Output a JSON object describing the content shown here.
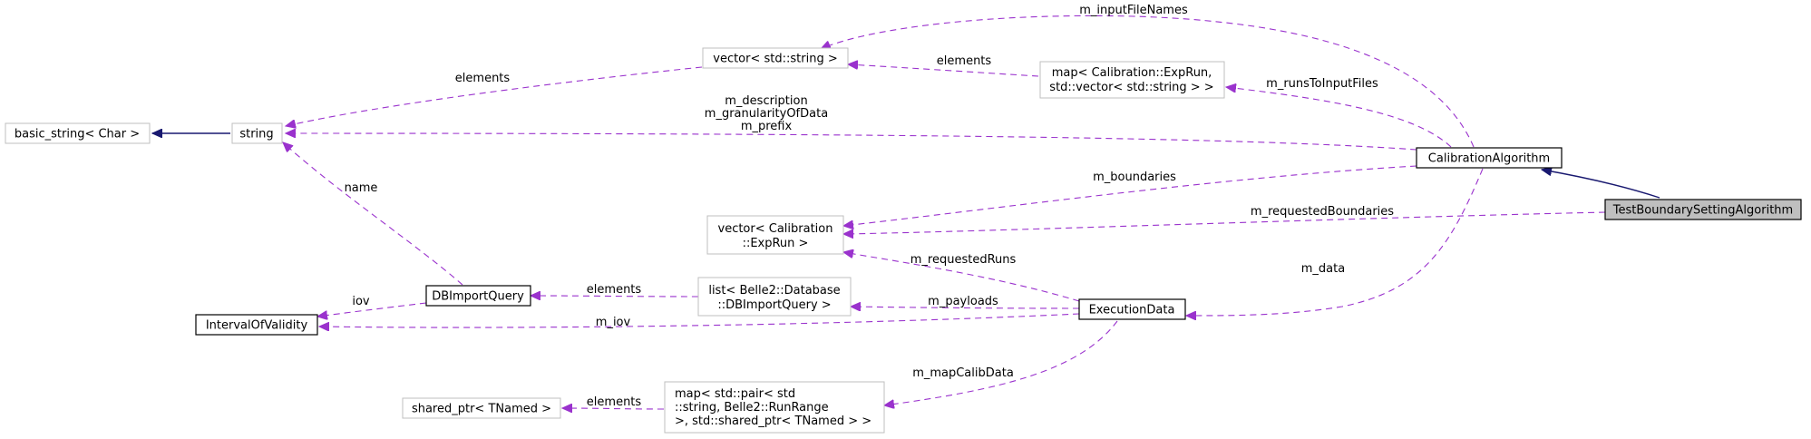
{
  "nodes": {
    "basic_string": "basic_string< Char >",
    "string": "string",
    "interval_of_validity": "IntervalOfValidity",
    "db_import_query": "DBImportQuery",
    "shared_ptr": "shared_ptr< TNamed >",
    "vector_string": "vector< std::string >",
    "vector_exprun": [
      "vector< Calibration",
      "::ExpRun >"
    ],
    "list_db": [
      "list< Belle2::Database",
      "::DBImportQuery >"
    ],
    "map_pair": [
      "map< std::pair< std",
      "::string, Belle2::RunRange",
      " >, std::shared_ptr< TNamed > >"
    ],
    "map_exprun": [
      "map< Calibration::ExpRun,",
      "std::vector< std::string > >"
    ],
    "calibration_algorithm": "CalibrationAlgorithm",
    "execution_data": "ExecutionData",
    "test_boundary": "TestBoundarySettingAlgorithm"
  },
  "edge_labels": {
    "vector_string_to_string": "elements",
    "map_exprun_to_vector_string": "elements",
    "input_file_names": "m_inputFileNames",
    "runs_to_input_files": "m_runsToInputFiles",
    "string_members": [
      "m_description",
      "m_granularityOfData",
      "m_prefix"
    ],
    "boundaries": "m_boundaries",
    "requested_boundaries": "m_requestedBoundaries",
    "name": "name",
    "list_elements": "elements",
    "iov": "iov",
    "m_iov": "m_iov",
    "requested_runs": "m_requestedRuns",
    "payloads": "m_payloads",
    "data": "m_data",
    "map_calib_data": "m_mapCalibData",
    "shared_elements": "elements"
  },
  "colors": {
    "member_edge": "#9a32cd",
    "inheritance_edge": "#191970",
    "focus_fill": "#bfbfbf"
  }
}
